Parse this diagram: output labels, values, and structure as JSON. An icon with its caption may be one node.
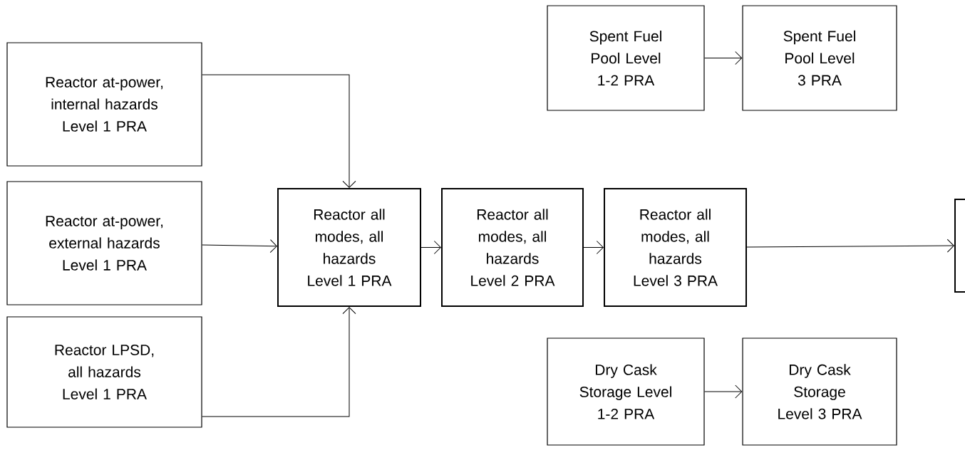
{
  "diagram": {
    "nodes": [
      {
        "text": [
          "Reactor at-power, internal hazards Level 1 PRA"
        ]
      },
      {
        "text": [
          "Reactor at-power, external hazards Level 1 PRA"
        ]
      },
      {
        "text": [
          "Reactor LPSD, all hazards Level 1 PRA"
        ]
      },
      {
        "text": [
          "Reactor all modes, all hazards Level 1 PRA"
        ]
      },
      {
        "text": [
          "Reactor all modes, all hazards Level 2 PRA"
        ]
      },
      {
        "text": [
          "Reactor all modes, all hazards Level 3 PRA"
        ]
      },
      {
        "text": [],
        "shape": "box"
      },
      {
        "text": [
          "Spent Fuel Pool Level 1-2 PRA"
        ]
      },
      {
        "text": [
          "Spent Fuel Pool Level 3 PRA"
        ]
      },
      {
        "text": [
          "Dry Cask Storage Level 1-2 PRA"
        ]
      },
      {
        "text": [
          "Dry Cask Storage Level 3 PRA"
        ]
      }
    ],
    "edges": [
      {
        "from": 0,
        "to": 3,
        "arrow": "to"
      },
      {
        "from": 1,
        "to": 3,
        "arrow": "to"
      },
      {
        "from": 2,
        "to": 3,
        "arrow": "to"
      },
      {
        "from": 3,
        "to": 4,
        "arrow": "to"
      },
      {
        "from": 4,
        "to": 5,
        "arrow": "to"
      },
      {
        "from": 5,
        "to": 6,
        "arrow": "to"
      },
      {
        "from": 7,
        "to": 8,
        "arrow": "to"
      },
      {
        "from": 9,
        "to": 10,
        "arrow": "to"
      }
    ]
  }
}
